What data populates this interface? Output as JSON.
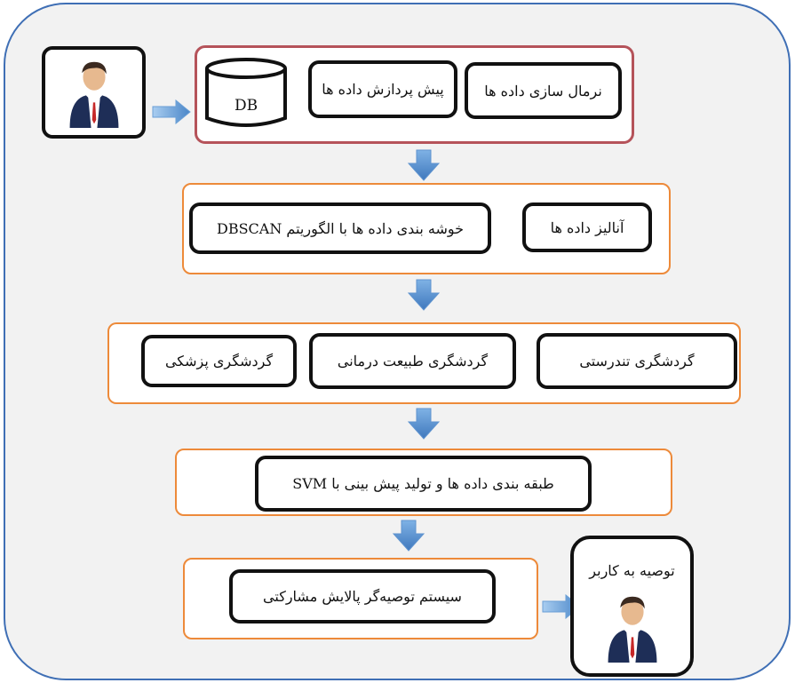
{
  "colors": {
    "frame_border": "#3f6fb5",
    "frame_fill": "#f2f2f2",
    "group1_border": "#b5535a",
    "group_border": "#ed8a3a",
    "box_border": "#111111",
    "arrow_fill": "#4a86c8"
  },
  "icons": {
    "input_user": "user-avatar-icon",
    "output_user": "user-avatar-icon"
  },
  "row1": {
    "db": "DB",
    "preprocess": "پیش پردازش داده ها",
    "normalize": "نرمال سازی داده ها"
  },
  "row2": {
    "clustering": "خوشه بندی داده ها با الگوریتم DBSCAN",
    "analysis": "آنالیز داده ها"
  },
  "row3": {
    "medical": "گردشگری پزشکی",
    "nature": "گردشگری طبیعت درمانی",
    "health": "گردشگری تندرستی"
  },
  "row4": {
    "classification": "طبقه بندی داده ها و تولید پیش بینی با SVM"
  },
  "row5": {
    "recommender": "سیستم توصیه‌گر پالایش مشارکتی"
  },
  "output": {
    "label": "توصیه به کاربر"
  }
}
